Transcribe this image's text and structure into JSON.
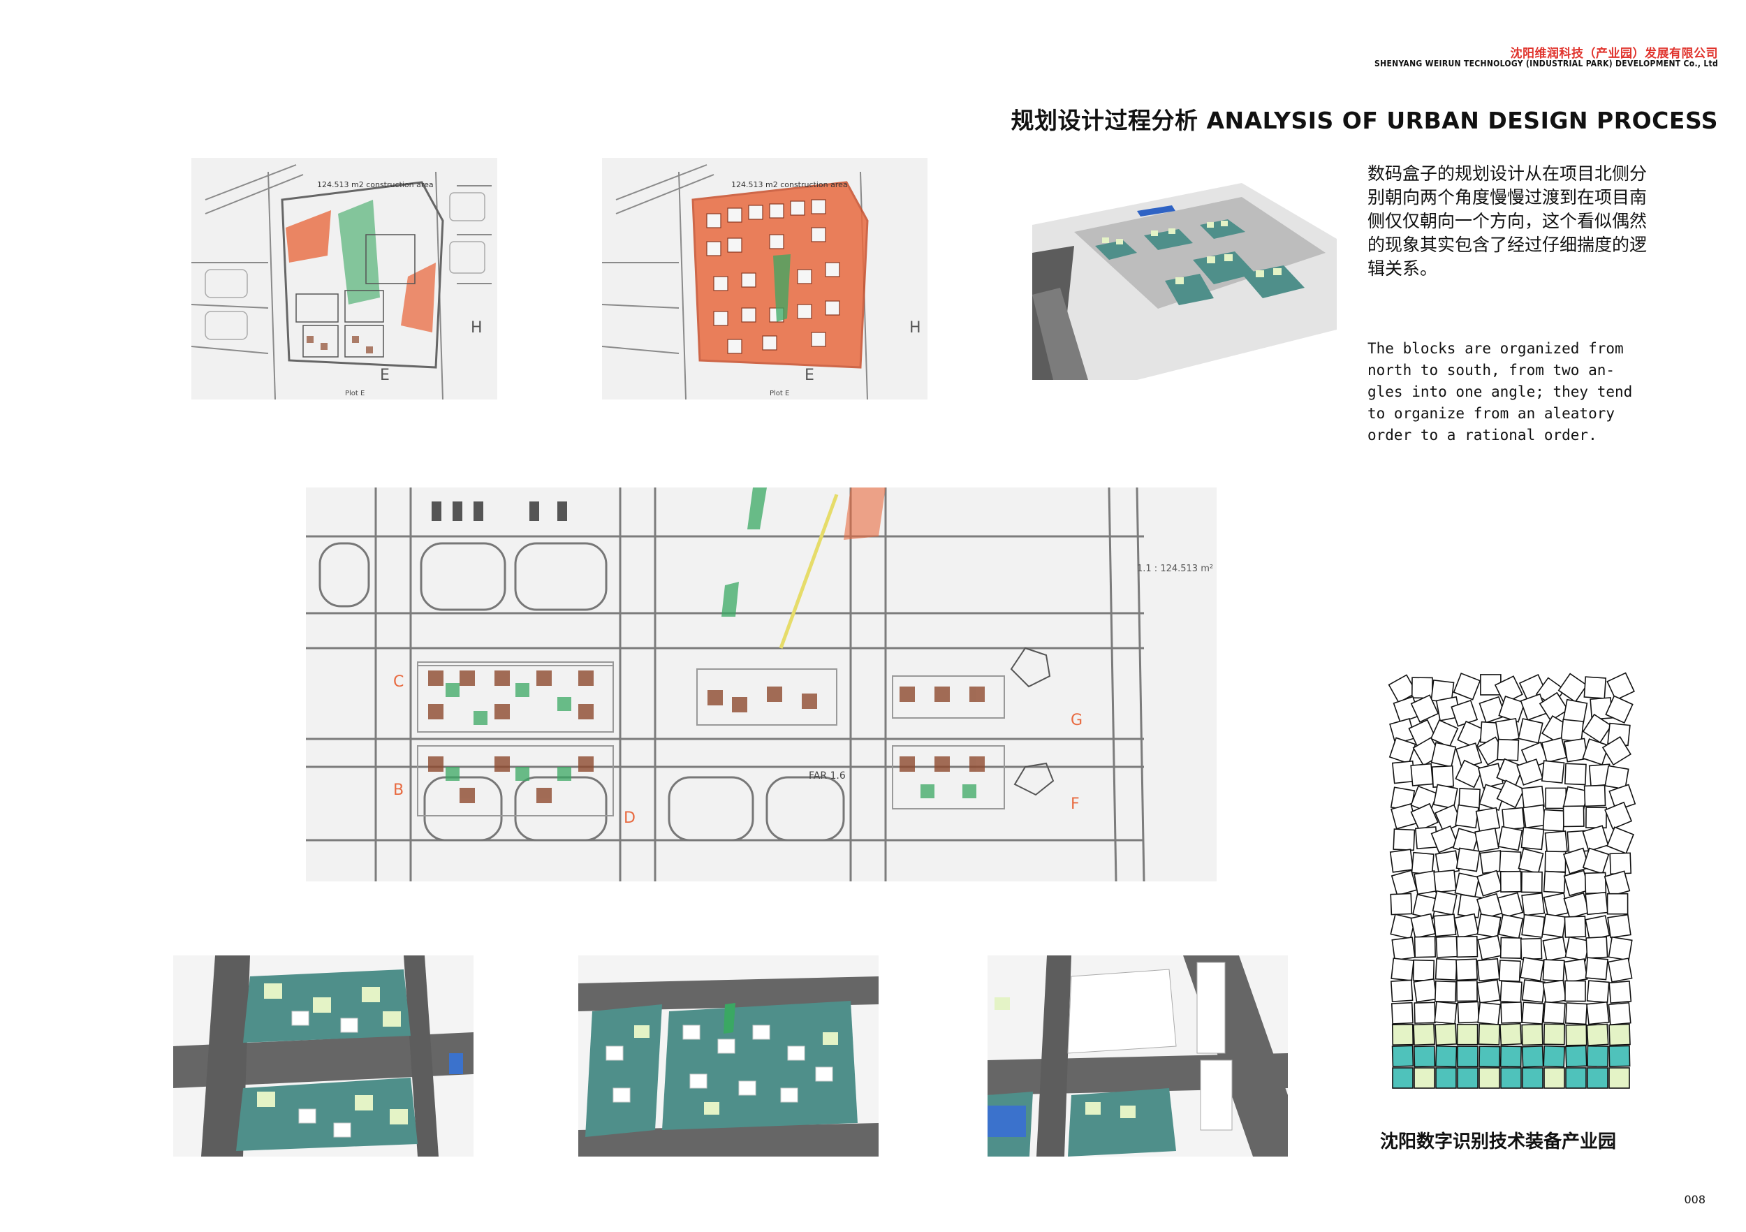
{
  "header": {
    "company_cn": "沈阳维润科技（产业园）发展有限公司",
    "company_en": "SHENYANG WEIRUN TECHNOLOGY (INDUSTRIAL PARK) DEVELOPMENT Co., Ltd",
    "title": "规划设计过程分析 ANALYSIS OF URBAN DESIGN PROCESS"
  },
  "description": {
    "cn": "数码盒子的规划设计从在项目北侧分别朝向两个角度慢慢过渡到在项目南侧仅仅朝向一个方向，这个看似偶然的现象其实包含了经过仔细揣度的逻辑关系。",
    "en": "The blocks are organized from\nnorth to south, from two an-\ngles into one angle; they tend\nto organize from an aleatory\norder to a rational order."
  },
  "sketches": {
    "sketch1_area": "124.513 m2 construction area",
    "sketch2_area": "124.513 m2 construction area",
    "plot_label": "Plot E",
    "letter_e": "E",
    "letter_h": "H"
  },
  "big_plan": {
    "label_b": "B",
    "label_c": "C",
    "label_d": "D",
    "label_f": "F",
    "label_g": "G",
    "note_far": "FAR 1.6",
    "note_top": "1.1 : 124.513 m²"
  },
  "caption_bottom": "沈阳数字识别技术装备产业园",
  "page_number": "008",
  "colors": {
    "accent_red": "#e0332c",
    "sketch_orange": "#e86a40",
    "sketch_green": "#3aa863",
    "model_teal": "#4f8f8a",
    "model_lime": "#e4f3c6",
    "road_gray": "#7c7c7c"
  }
}
